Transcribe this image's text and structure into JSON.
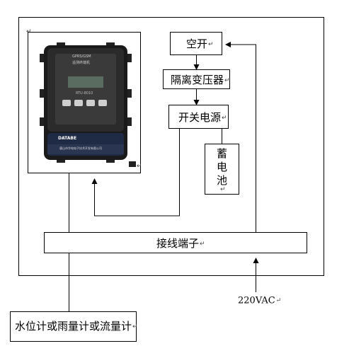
{
  "diagram": {
    "boxes": {
      "air_switch": "空开",
      "isolation_transformer": "隔离变压器",
      "switching_power_supply": "开关电源",
      "battery": "蓄电池",
      "terminal_block": "接线端子",
      "sensor": "水位计或雨量计或流量计"
    },
    "power_input_label": "220VAC",
    "device_panel": {
      "model_text": "GPRS/GSM",
      "subtitle_text": "遥测终端机",
      "display_text": "RTU-8010",
      "brand_text": "DATABE",
      "company_text": "唐山市华电电子技术开发有限公司"
    },
    "paragraph_mark": "↵"
  }
}
